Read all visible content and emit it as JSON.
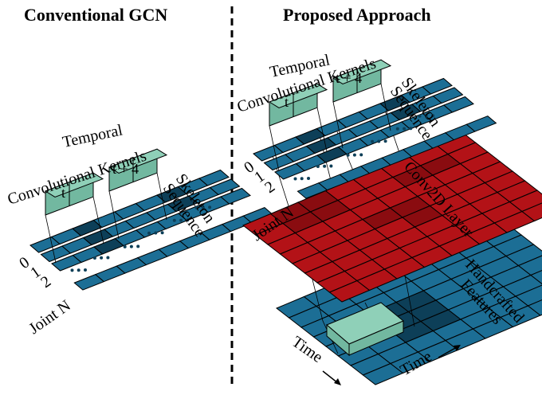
{
  "left_panel": {
    "title": "Conventional GCN",
    "kernel_label_line1": "Temporal",
    "kernel_label_line2": "Convolutional Kernels",
    "time_t": "t",
    "time_t4": "t + 4",
    "sequence_label_line1": "Skeleton",
    "sequence_label_line2": "Sequence",
    "row_labels": [
      "0",
      "1",
      "2"
    ],
    "joint_label": "Joint N"
  },
  "right_panel": {
    "title": "Proposed Approach",
    "kernel_label_line1": "Temporal",
    "kernel_label_line2": "Convolutional Kernels",
    "time_t": "t",
    "time_t4": "t + 4",
    "sequence_label_line1": "Skeleton",
    "sequence_label_line2": "Sequence",
    "row_labels": [
      "0",
      "1",
      "2"
    ],
    "joint_label": "Joint N",
    "conv_layer_label": "Conv2D Layer",
    "features_label_line1": "Handcrafted",
    "features_label_line2": "Features",
    "time_axis_1": "Time",
    "time_axis_2": "Time"
  },
  "colors": {
    "joint_row": "#1c6e95",
    "joint_row_dark": "#0d3f58",
    "kernel": "#72b8a0",
    "conv_layer": "#b31217",
    "conv_layer_dark": "#8a0c10",
    "feature_grid": "#1c6e95",
    "feature_grid_dark": "#0d3f58",
    "divider": "#000000"
  }
}
